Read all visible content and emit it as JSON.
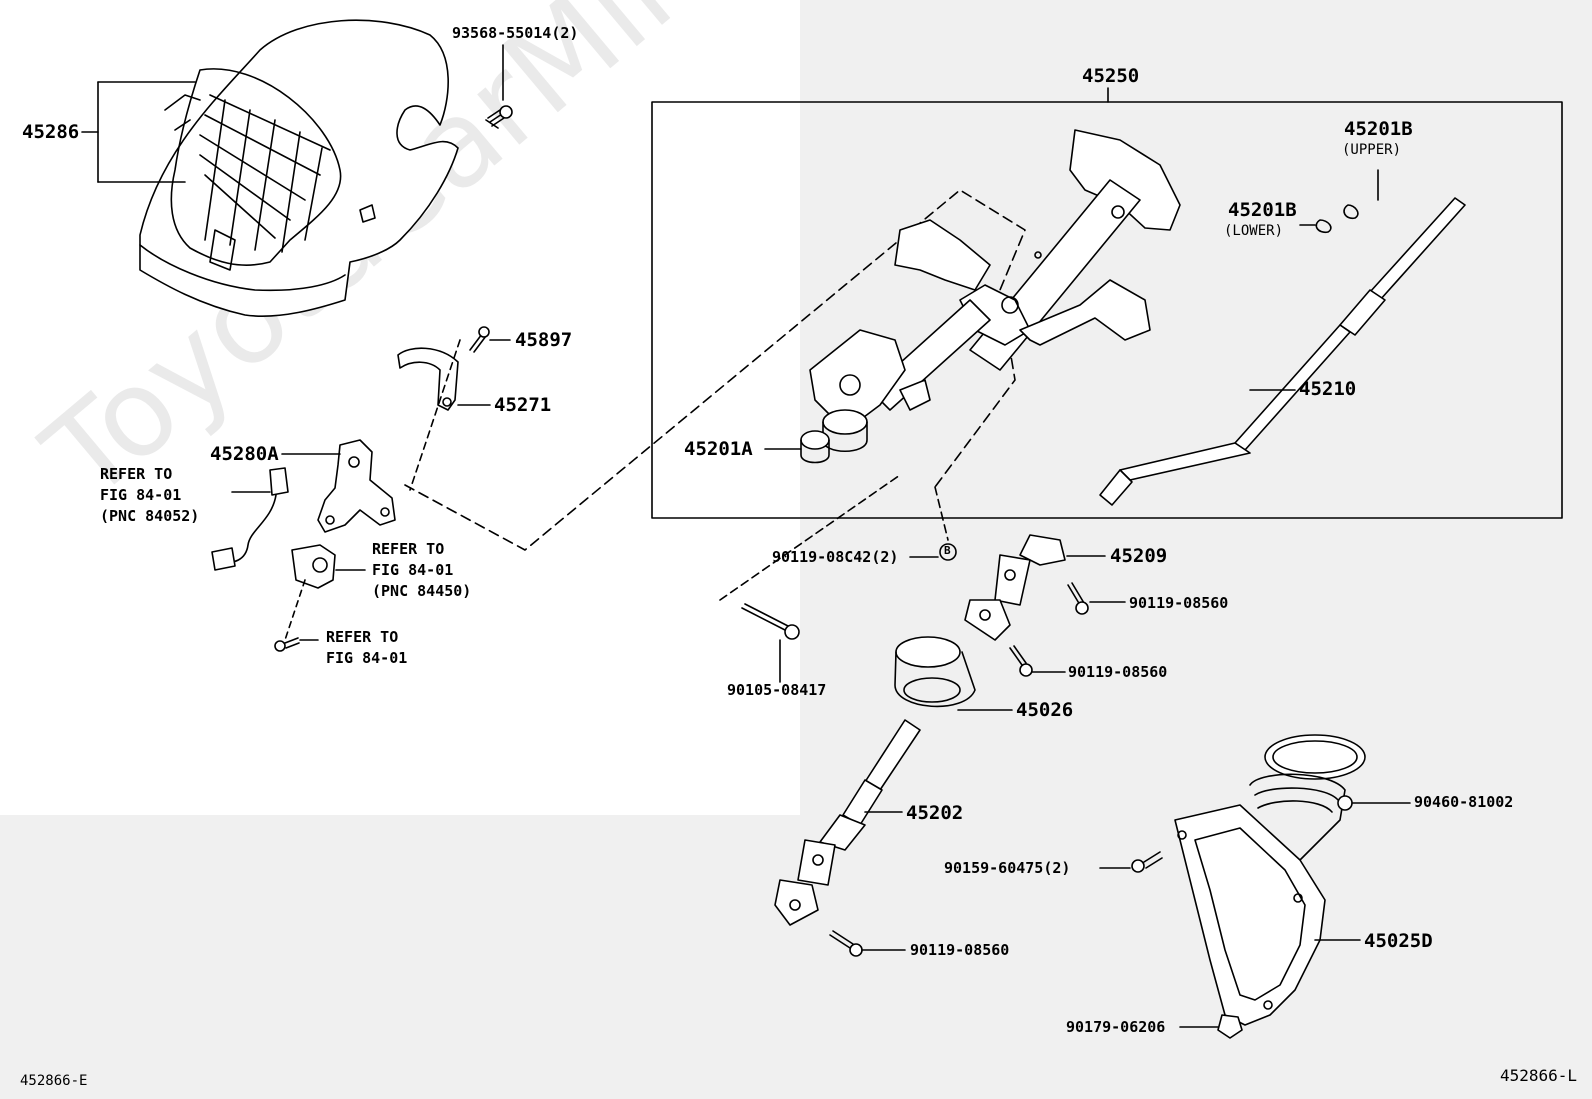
{
  "diagram": {
    "watermark": "ToyotaCarMine.ru",
    "code_left": "452866-E",
    "code_right": "452866-L",
    "parts": {
      "p45286": "45286",
      "p93568": "93568-55014(2)",
      "p45897": "45897",
      "p45271": "45271",
      "p45280A": "45280A",
      "refer1_line1": "REFER TO",
      "refer1_line2": "FIG 84-01",
      "refer1_line3": "(PNC 84052)",
      "refer2_line1": "REFER TO",
      "refer2_line2": "FIG 84-01",
      "refer2_line3": "(PNC 84450)",
      "refer3_line1": "REFER TO",
      "refer3_line2": "FIG 84-01",
      "p45250": "45250",
      "p45201B_upper": "45201B",
      "upper_note": "(UPPER)",
      "p45201B_lower": "45201B",
      "lower_note": "(LOWER)",
      "p45210": "45210",
      "p45201A": "45201A",
      "p90119_08C42": "90119-08C42(2)",
      "callout_b": "B",
      "p45209": "45209",
      "p90119_08560_a": "90119-08560",
      "p90119_08560_b": "90119-08560",
      "p90105": "90105-08417",
      "p45026": "45026",
      "p45202": "45202",
      "p90460": "90460-81002",
      "p90159": "90159-60475(2)",
      "p90119_08560_c": "90119-08560",
      "p45025D": "45025D",
      "p90179": "90179-06206"
    }
  }
}
